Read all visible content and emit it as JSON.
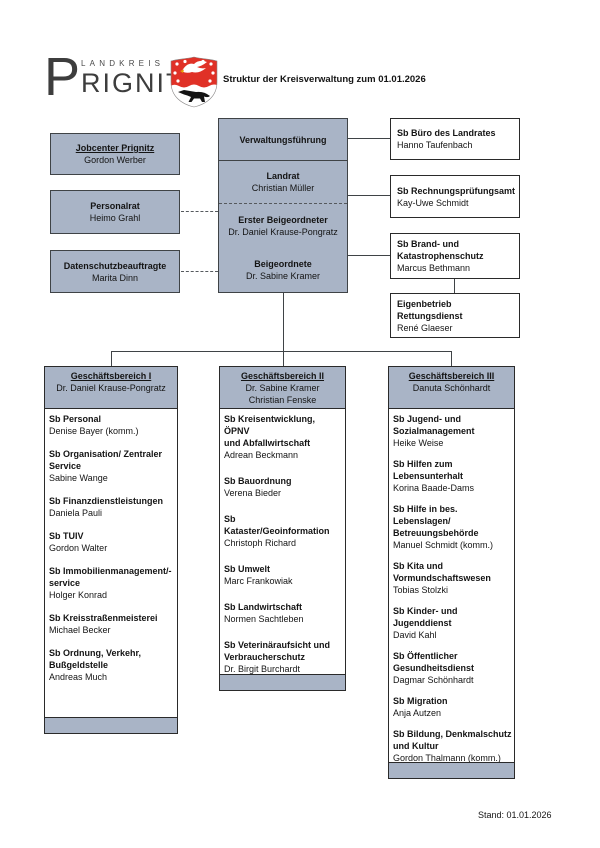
{
  "header": {
    "logo": {
      "big_letter": "P",
      "top": "LANDKREIS",
      "bottom": "RIGNITZ"
    },
    "title": "Struktur der Kreisverwaltung zum 01.01.2026"
  },
  "left_boxes": [
    {
      "title": "Jobcenter Prignitz",
      "person": "Gordon Werber"
    },
    {
      "title": "Personalrat",
      "person": "Heimo Grahl"
    },
    {
      "title": "Datenschutzbeauftragte",
      "person": "Marita Dinn"
    }
  ],
  "center": {
    "top_title": "Verwaltungsführung",
    "sections": [
      {
        "title": "Landrat",
        "person": "Christian Müller"
      },
      {
        "title": "Erster Beigeordneter",
        "person": "Dr. Daniel Krause-Pongratz"
      },
      {
        "title": "Beigeordnete",
        "person": "Dr. Sabine Kramer"
      }
    ]
  },
  "right_boxes": [
    {
      "title": "Sb Büro des Landrates",
      "person": "Hanno Taufenbach"
    },
    {
      "title": "Sb Rechnungsprüfungsamt",
      "person": "Kay-Uwe Schmidt"
    },
    {
      "title": "Sb Brand- und\nKatastrophenschutz",
      "person": "Marcus Bethmann"
    },
    {
      "title": "Eigenbetrieb Rettungsdienst",
      "person": "René Glaeser"
    }
  ],
  "departments": [
    {
      "title": "Geschäftsbereich I",
      "heads": [
        "Dr. Daniel Krause-Pongratz"
      ],
      "items": [
        {
          "name": "Sb Personal",
          "person": "Denise Bayer (komm.)"
        },
        {
          "name": "Sb Organisation/ Zentraler\nService",
          "person": "Sabine Wange"
        },
        {
          "name": "Sb Finanzdienstleistungen",
          "person": "Daniela Pauli"
        },
        {
          "name": "Sb TUIV",
          "person": "Gordon Walter"
        },
        {
          "name": "Sb Immobilienmanagement/-\nservice",
          "person": "Holger Konrad"
        },
        {
          "name": "Sb Kreisstraßenmeisterei",
          "person": "Michael Becker"
        },
        {
          "name": "Sb Ordnung, Verkehr,\nBußgeldstelle",
          "person": "Andreas Much"
        }
      ]
    },
    {
      "title": "Geschäftsbereich II",
      "heads": [
        "Dr. Sabine Kramer",
        "Christian Fenske"
      ],
      "items": [
        {
          "name": "Sb Kreisentwicklung, ÖPNV\nund Abfallwirtschaft",
          "person": "Adrean Beckmann"
        },
        {
          "name": "Sb Bauordnung",
          "person": "Verena Bieder"
        },
        {
          "name": "Sb Kataster/Geoinformation",
          "person": "Christoph Richard"
        },
        {
          "name": "Sb Umwelt",
          "person": "Marc Frankowiak"
        },
        {
          "name": "Sb Landwirtschaft",
          "person": "Normen Sachtleben"
        },
        {
          "name": "Sb Veterinäraufsicht und\nVerbraucherschutz",
          "person": "Dr. Birgit Burchardt"
        }
      ]
    },
    {
      "title": "Geschäftsbereich III",
      "heads": [
        "Danuta Schönhardt"
      ],
      "items": [
        {
          "name": "Sb Jugend- und\nSozialmanagement",
          "person": "Heike Weise"
        },
        {
          "name": "Sb Hilfen zum\nLebensunterhalt",
          "person": "Korina Baade-Dams"
        },
        {
          "name": "Sb Hilfe in bes. Lebenslagen/\nBetreuungsbehörde",
          "person": "Manuel Schmidt (komm.)"
        },
        {
          "name": "Sb Kita und\nVormundschaftswesen",
          "person": "Tobias Stolzki"
        },
        {
          "name": "Sb Kinder- und Jugenddienst",
          "person": "David Kahl"
        },
        {
          "name": "Sb Öffentlicher\nGesundheitsdienst",
          "person": "Dagmar Schönhardt"
        },
        {
          "name": "Sb Migration",
          "person": "Anja Autzen"
        },
        {
          "name": "Sb Bildung, Denkmalschutz\nund Kultur",
          "person": "Gordon Thalmann (komm.)"
        }
      ]
    }
  ],
  "footer": {
    "stand": "Stand: 01.01.2026"
  },
  "colors": {
    "box_fill": "#a9b4c6",
    "line": "#3f4346",
    "shield_red": "#e03127"
  }
}
